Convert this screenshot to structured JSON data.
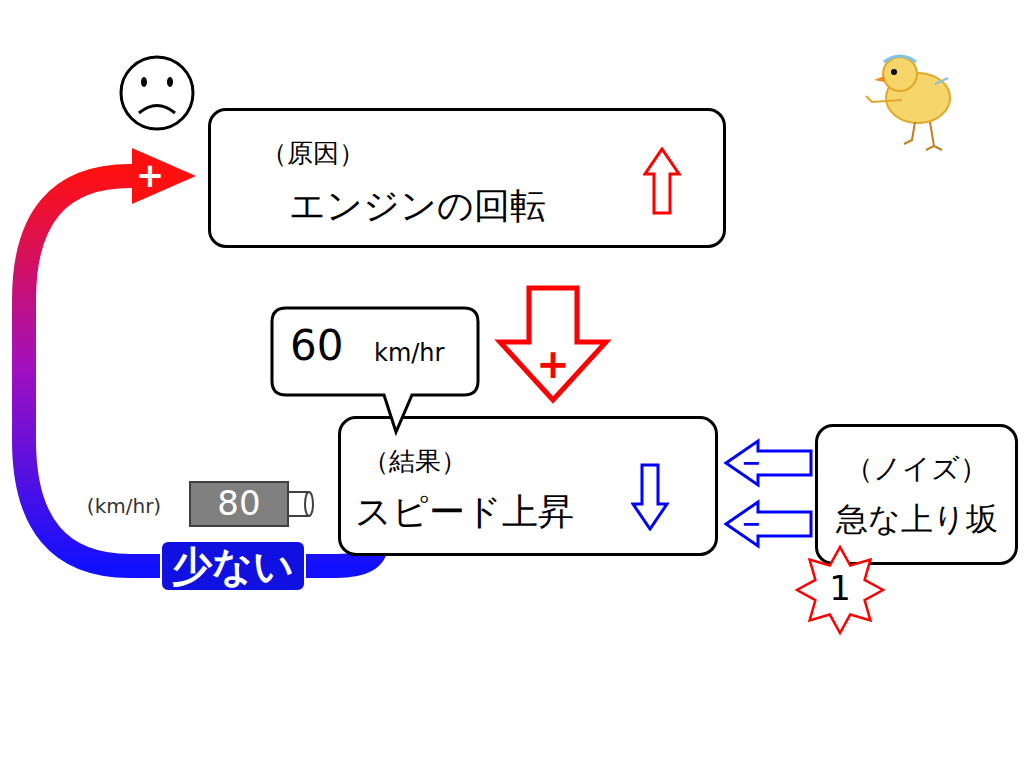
{
  "diagram": {
    "nodes": [
      {
        "text": [
          "（原因）",
          "エンジンの回転"
        ]
      },
      {
        "text": [
          "60",
          "km/hr"
        ]
      },
      {
        "text": [
          "（結果）",
          "スピード上昇"
        ]
      },
      {
        "text": [
          "（ノイズ）",
          "急な上り坂"
        ]
      },
      {
        "text": [
          "1"
        ]
      }
    ],
    "edges": [
      {
        "from": 0,
        "to": 2,
        "arrow": "to",
        "label": "+"
      },
      {
        "from": 3,
        "to": 2,
        "arrow": "to",
        "label": "−"
      },
      {
        "from": 3,
        "to": 2,
        "arrow": "to",
        "label": "−"
      },
      {
        "from": 2,
        "to": 0,
        "arrow": "to",
        "label": "少ない"
      }
    ],
    "labels": [
      "+",
      "(km/hr)",
      "80"
    ]
  }
}
